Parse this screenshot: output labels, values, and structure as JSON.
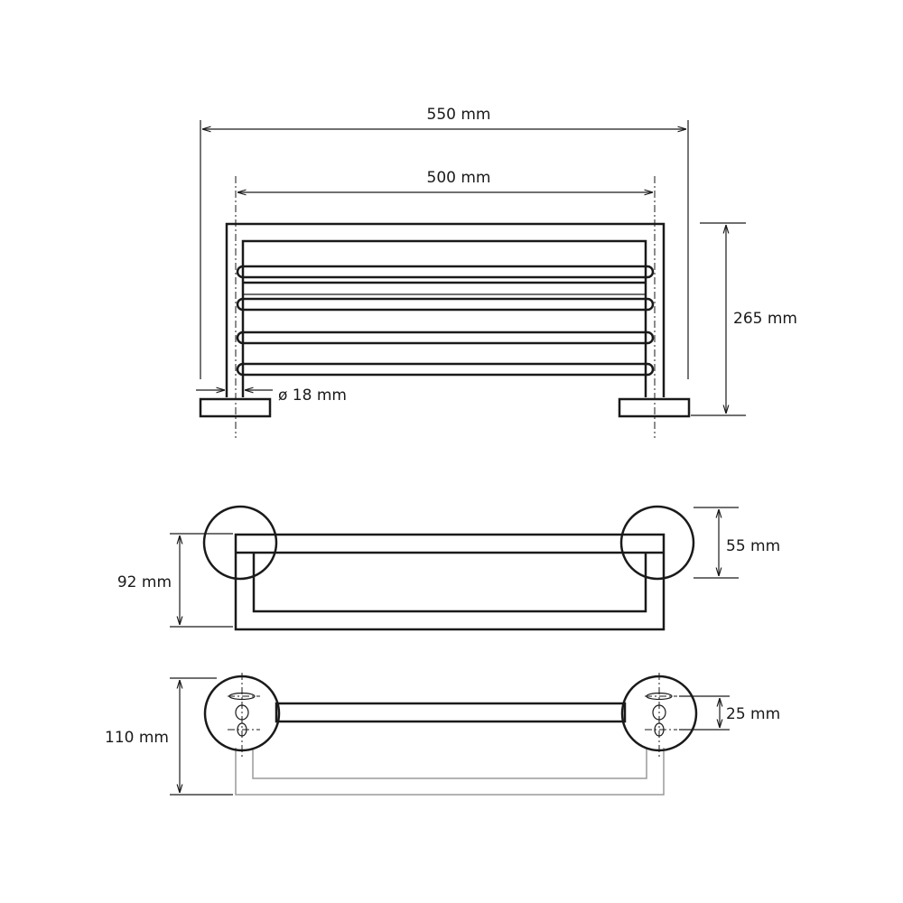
{
  "dimensions": {
    "overall_width": "550 mm",
    "center_width": "500 mm",
    "height": "265 mm",
    "tube_diameter": "ø 18 mm",
    "flange_diameter": "55 mm",
    "depth_side": "92 mm",
    "depth_top": "110 mm",
    "hole_spacing": "25 mm"
  },
  "colors": {
    "line": "#1a1a1a",
    "hidden": "#9a9a9a"
  }
}
